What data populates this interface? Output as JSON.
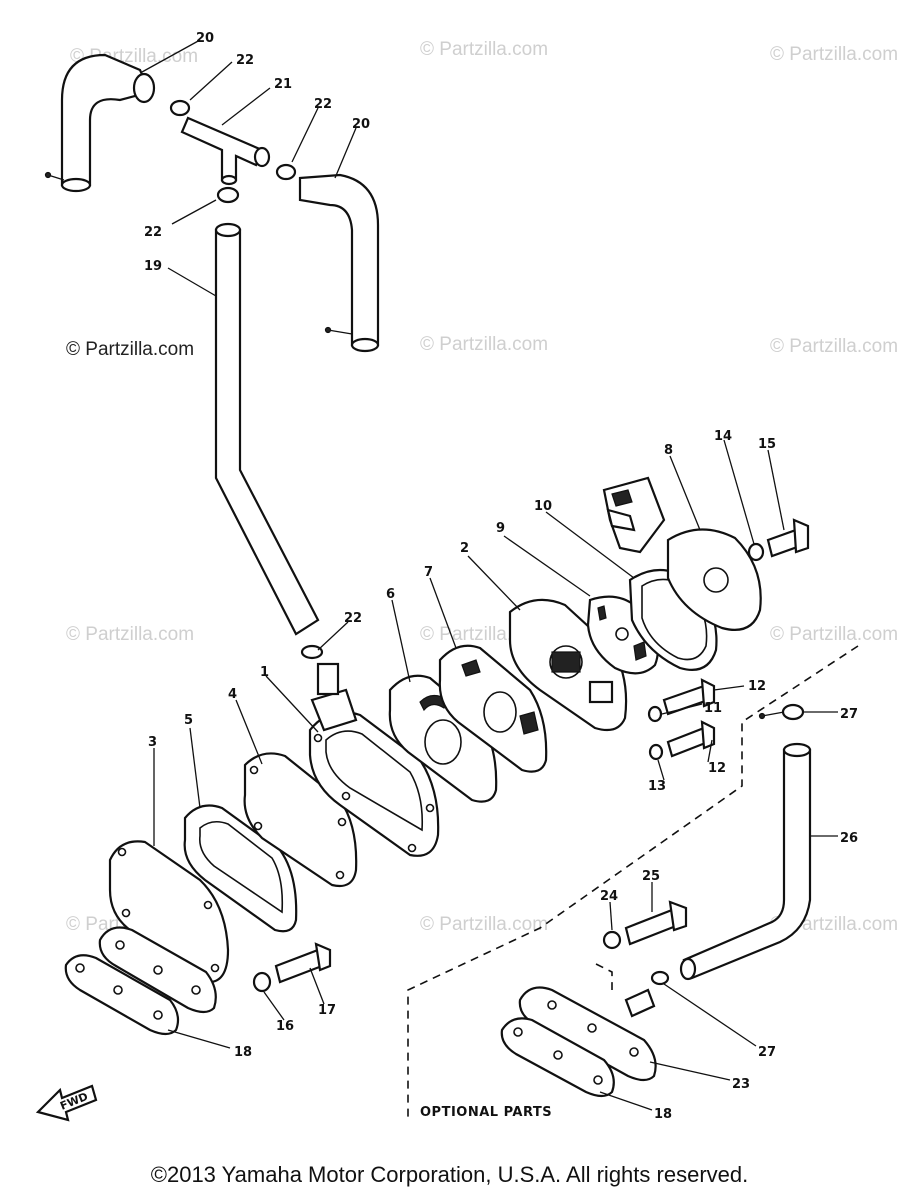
{
  "watermark": {
    "text": "© Partzilla.com",
    "accent_text": "© Partzilla.com"
  },
  "callouts": {
    "c1": "1",
    "c2": "2",
    "c3": "3",
    "c4": "4",
    "c5": "5",
    "c6": "6",
    "c7": "7",
    "c8": "8",
    "c9": "9",
    "c10": "10",
    "c11": "11",
    "c12a": "12",
    "c12b": "12",
    "c13": "13",
    "c14": "14",
    "c15": "15",
    "c16": "16",
    "c17": "17",
    "c18a": "18",
    "c18b": "18",
    "c19": "19",
    "c20a": "20",
    "c20b": "20",
    "c21": "21",
    "c22a": "22",
    "c22b": "22",
    "c22c": "22",
    "c22d": "22",
    "c23": "23",
    "c24": "24",
    "c25": "25",
    "c26": "26",
    "c27a": "27",
    "c27b": "27"
  },
  "optional_label": "OPTIONAL PARTS",
  "fwd_label": "FWD",
  "copyright": "©2013 Yamaha Motor Corporation, U.S.A. All rights reserved."
}
